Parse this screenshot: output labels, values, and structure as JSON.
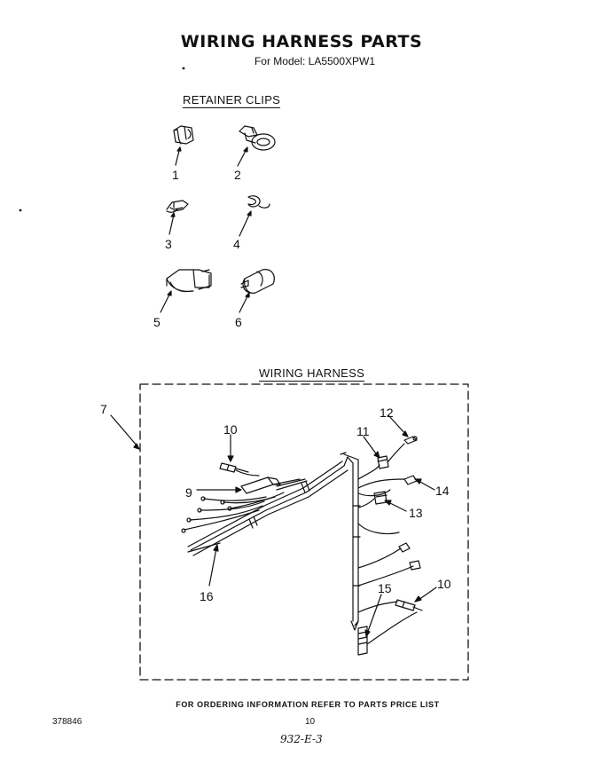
{
  "header": {
    "title": "WIRING HARNESS PARTS",
    "model_line": "For Model: LA5500XPW1"
  },
  "sections": {
    "retainer_clips": "RETAINER CLIPS",
    "wiring_harness": "WIRING HARNESS"
  },
  "callouts": {
    "clips": [
      "1",
      "2",
      "3",
      "4",
      "5",
      "6"
    ],
    "harness": [
      "7",
      "9",
      "10",
      "11",
      "12",
      "13",
      "14",
      "15",
      "16",
      "10"
    ]
  },
  "footer": {
    "ordering_note": "FOR ORDERING INFORMATION REFER TO PARTS PRICE LIST",
    "document_number": "378846",
    "page_number": "10",
    "handwritten_note": "932-E-3"
  }
}
